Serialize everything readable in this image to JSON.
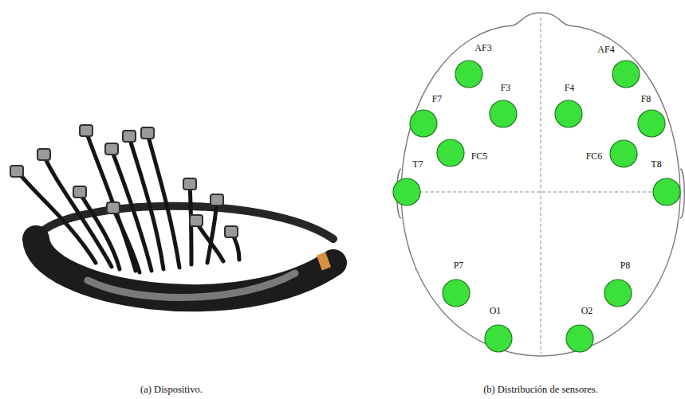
{
  "diagram": {
    "nodes": [
      {
        "text": [
          "AF3"
        ]
      },
      {
        "text": [
          "AF4"
        ]
      },
      {
        "text": [
          "F7"
        ]
      },
      {
        "text": [
          "F3"
        ]
      },
      {
        "text": [
          "F4"
        ]
      },
      {
        "text": [
          "F8"
        ]
      },
      {
        "text": [
          "FC5"
        ]
      },
      {
        "text": [
          "FC6"
        ]
      },
      {
        "text": [
          "T7"
        ]
      },
      {
        "text": [
          "T8"
        ]
      },
      {
        "text": [
          "P7"
        ]
      },
      {
        "text": [
          "P8"
        ]
      },
      {
        "text": [
          "O1"
        ]
      },
      {
        "text": [
          "O2"
        ]
      }
    ],
    "labels": [
      "(a) Dispositivo.",
      "(b) Distribución de sensores."
    ]
  }
}
